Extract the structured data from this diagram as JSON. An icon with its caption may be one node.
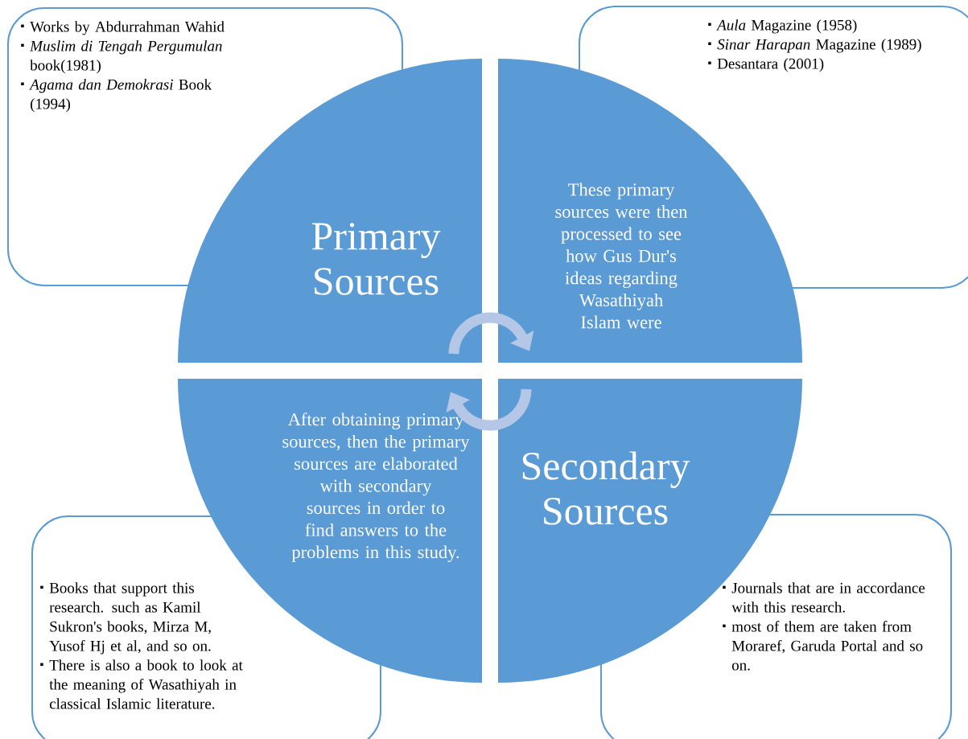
{
  "diagram": {
    "nodes": [
      {
        "text": [
          "Works by Abdurrahman Wahid",
          "*Muslim di Tengah Pergumulan* book(1981)",
          "*Agama dan Demokrasi* Book (1994)"
        ]
      },
      {
        "text": [
          "*Aula* Magazine (1958)",
          "*Sinar Harapan* Magazine (1989)",
          "Desantara (2001)"
        ]
      },
      {
        "text": [
          "Books that support this research. such as Kamil Sukron's books, Mirza M, Yusof Hj et al, and so on.",
          "There is also a book to look at the meaning of Wasathiyah in classical Islamic literature."
        ]
      },
      {
        "text": [
          "Journals that are in accordance with this research.",
          "most of them are taken from Moraref, Garuda Portal and so on."
        ]
      },
      {
        "text": [
          "Primary Sources"
        ]
      },
      {
        "text": [
          "These primary sources were then processed to see how Gus Dur's ideas regarding Wasathiyah Islam were"
        ]
      },
      {
        "text": [
          "After obtaining primary sources, then the primary sources are elaborated with secondary sources in order to find answers to the problems in this study."
        ]
      },
      {
        "text": [
          "Secondary Sources"
        ]
      }
    ],
    "edges": [
      {
        "from": 4,
        "to": 5,
        "arrow": "to"
      },
      {
        "from": 7,
        "to": 6,
        "arrow": "to"
      }
    ]
  }
}
